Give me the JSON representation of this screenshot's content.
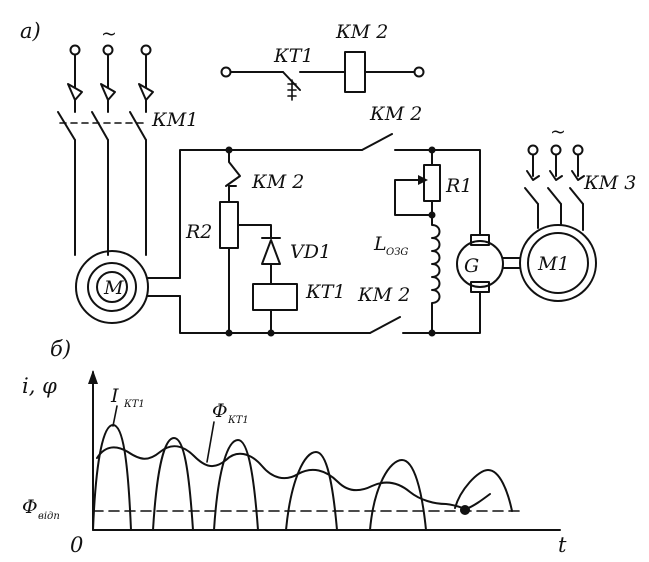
{
  "panel_a": {
    "label": "а)",
    "supply_symbol": "~",
    "motor_supply_symbol": "~",
    "labels": {
      "km1": "КМ1",
      "km2_coil": "КМ 2",
      "kt1_contact": "КТ1",
      "km2_contact_upper": "КМ 2",
      "km2_contact_middle": "КМ 2",
      "km2_contact_lower": "КМ 2",
      "r1": "R1",
      "r2": "R2",
      "vd1": "VD1",
      "kt1_coil": "КТ1",
      "l_main": "L",
      "l_sub": "ОЗG",
      "g": "G",
      "m_motor": "M",
      "m1": "M1",
      "km3": "КМ 3"
    }
  },
  "panel_b": {
    "label": "б)",
    "y_axis": "i, φ",
    "x_axis": "t",
    "origin": "0",
    "i_label": "I",
    "i_sub": "КТ1",
    "phi_label": "Φ",
    "phi_sub": "КТ1",
    "phi_release_label": "Φ",
    "phi_release_sub": "відп"
  }
}
